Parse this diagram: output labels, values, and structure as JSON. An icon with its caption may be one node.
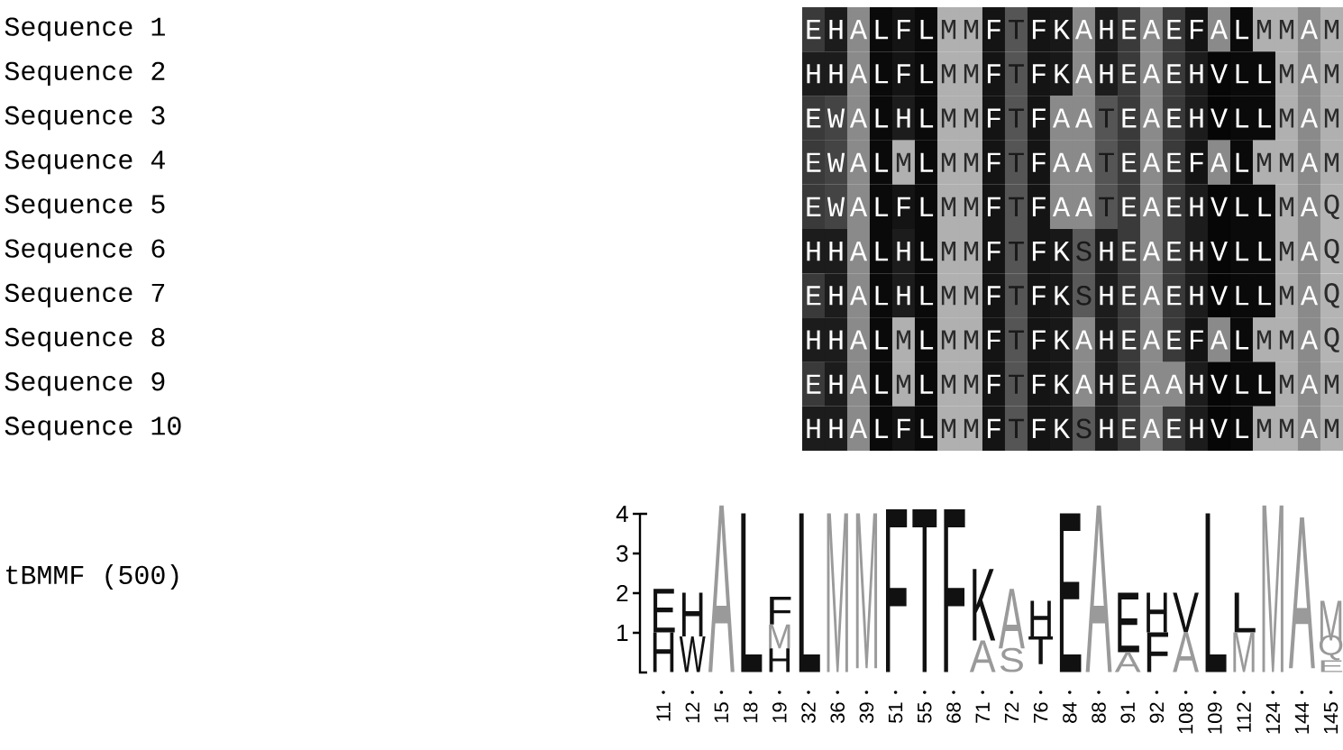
{
  "diagram": {
    "labels": [
      "Sequence 1",
      "E",
      "H",
      "A",
      "L",
      "F",
      "L",
      "M",
      "M",
      "F",
      "T",
      "F",
      "K",
      "A",
      "H",
      "E",
      "A",
      "E",
      "F",
      "A",
      "L",
      "M",
      "M",
      "A",
      "M",
      "Sequence 2",
      "H",
      "H",
      "A",
      "L",
      "F",
      "L",
      "M",
      "M",
      "F",
      "T",
      "F",
      "K",
      "A",
      "H",
      "E",
      "A",
      "E",
      "H",
      "V",
      "L",
      "L",
      "M",
      "A",
      "M",
      "Sequence 3",
      "E",
      "W",
      "A",
      "L",
      "H",
      "L",
      "M",
      "M",
      "F",
      "T",
      "F",
      "A",
      "A",
      "T",
      "E",
      "A",
      "E",
      "H",
      "V",
      "L",
      "L",
      "M",
      "A",
      "M",
      "Sequence 4",
      "E",
      "W",
      "A",
      "L",
      "M",
      "L",
      "M",
      "M",
      "F",
      "T",
      "F",
      "A",
      "A",
      "T",
      "E",
      "A",
      "E",
      "F",
      "A",
      "L",
      "M",
      "M",
      "A",
      "M",
      "Sequence 5",
      "E",
      "W",
      "A",
      "L",
      "F",
      "L",
      "M",
      "M",
      "F",
      "T",
      "F",
      "A",
      "A",
      "T",
      "E",
      "A",
      "E",
      "H",
      "V",
      "L",
      "L",
      "M",
      "A",
      "Q",
      "Sequence 6",
      "H",
      "H",
      "A",
      "L",
      "H",
      "L",
      "M",
      "M",
      "F",
      "T",
      "F",
      "K",
      "S",
      "H",
      "E",
      "A",
      "E",
      "H",
      "V",
      "L",
      "L",
      "M",
      "A",
      "Q",
      "Sequence 7",
      "E",
      "H",
      "A",
      "L",
      "H",
      "L",
      "M",
      "M",
      "F",
      "T",
      "F",
      "K",
      "S",
      "H",
      "E",
      "A",
      "E",
      "H",
      "V",
      "L",
      "L",
      "M",
      "A",
      "Q",
      "Sequence 8",
      "H",
      "H",
      "A",
      "L",
      "M",
      "L",
      "M",
      "M",
      "F",
      "T",
      "F",
      "K",
      "A",
      "H",
      "E",
      "A",
      "E",
      "F",
      "A",
      "L",
      "M",
      "M",
      "A",
      "Q",
      "Sequence 9",
      "E",
      "H",
      "A",
      "L",
      "M",
      "L",
      "M",
      "M",
      "F",
      "T",
      "F",
      "K",
      "A",
      "H",
      "E",
      "A",
      "A",
      "H",
      "V",
      "L",
      "L",
      "M",
      "A",
      "M",
      "Sequence 10",
      "H",
      "H",
      "A",
      "L",
      "F",
      "L",
      "M",
      "M",
      "F",
      "T",
      "F",
      "K",
      "S",
      "H",
      "E",
      "A",
      "E",
      "H",
      "V",
      "L",
      "M",
      "M",
      "A",
      "M",
      "tBMMF (500)",
      "4",
      "3",
      "2",
      "1",
      "E",
      "H",
      "H",
      "W",
      "A",
      "L",
      "F",
      "M",
      "H",
      "L",
      "M",
      "M",
      "F",
      "T",
      "F",
      "K",
      "A",
      "A",
      "S",
      "H",
      "T",
      "E",
      "A",
      "E",
      "A",
      "H",
      "F",
      "V",
      "A",
      "L",
      "L",
      "M",
      "M",
      "A",
      "M",
      "Q",
      "E",
      "11",
      "12",
      "15",
      "18",
      "19",
      "32",
      "36",
      "39",
      "51",
      "55",
      "68",
      "71",
      "72",
      "76",
      "84",
      "88",
      "91",
      "92",
      "108",
      "109",
      "112",
      "124",
      "144",
      "145"
    ]
  }
}
